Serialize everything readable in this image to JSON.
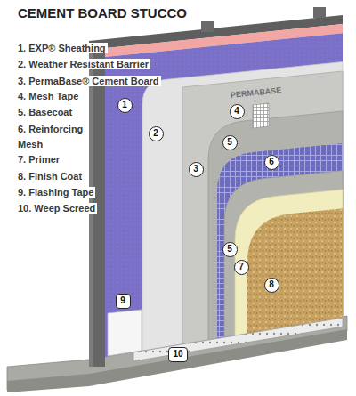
{
  "diagram": {
    "title": "CEMENT BOARD STUCCO",
    "nodes": [
      {
        "text": [
          "1"
        ]
      },
      {
        "text": [
          "2"
        ]
      },
      {
        "text": [
          "3"
        ]
      },
      {
        "text": [
          "4"
        ]
      },
      {
        "text": [
          "5"
        ]
      },
      {
        "text": [
          "6"
        ]
      },
      {
        "text": [
          "5"
        ]
      },
      {
        "text": [
          "7"
        ]
      },
      {
        "text": [
          "8"
        ]
      },
      {
        "text": [
          "9"
        ]
      },
      {
        "text": [
          "10"
        ]
      }
    ],
    "labels": [
      "1. EXP® Sheathing",
      "2. Weather Resistant Barrier",
      "3. PermaBase® Cement Board",
      "4. Mesh Tape",
      "5. Basecoat",
      "6. Reinforcing Mesh",
      "7. Primer",
      "8. Finish Coat",
      "9. Flashing Tape",
      "10. Weep Screed",
      "PERMABASE"
    ]
  }
}
